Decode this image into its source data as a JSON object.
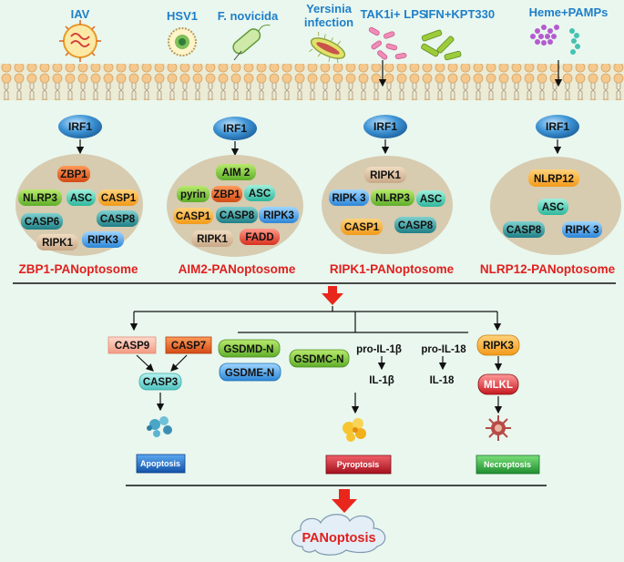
{
  "triggers": {
    "iav": "IAV",
    "hsv1": "HSV1",
    "fnovicida": "F. novicida",
    "yersinia_1": "Yersinia",
    "yersinia_2": "infection",
    "tak1": "TAK1i+ LPS",
    "ifn": "IFN+KPT330",
    "heme": "Heme+PAMPs"
  },
  "irf": "IRF1",
  "complexes": {
    "zbp1": {
      "title": "ZBP1-PANoptosome",
      "proteins": [
        "ZBP1",
        "NLRP3",
        "ASC",
        "CASP1",
        "CASP6",
        "CASP8",
        "RIPK1",
        "RIPK3"
      ]
    },
    "aim2": {
      "title": "AIM2-PANoptosome",
      "proteins": [
        "AIM 2",
        "pyrin",
        "ZBP1",
        "ASC",
        "CASP1",
        "CASP8",
        "RIPK3",
        "RIPK1",
        "FADD"
      ]
    },
    "ripk1": {
      "title": "RIPK1-PANoptosome",
      "proteins": [
        "RIPK1",
        "RIPK 3",
        "NLRP3",
        "ASC",
        "CASP1",
        "CASP8"
      ]
    },
    "nlrp12": {
      "title": "NLRP12-PANoptosome",
      "proteins": [
        "NLRP12",
        "ASC",
        "CASP8",
        "RIPK 3"
      ]
    }
  },
  "pathways": {
    "apoptosis": {
      "casp9": "CASP9",
      "casp7": "CASP7",
      "casp3": "CASP3",
      "label": "Apoptosis"
    },
    "pyroptosis": {
      "gsdmd": "GSDMD-N",
      "gsdme": "GSDME-N",
      "gsdmc": "GSDMC-N",
      "pro_il1b": "pro-IL-1β",
      "il1b": "IL-1β",
      "pro_il18": "pro-IL-18",
      "il18": "IL-18",
      "label": "Pyroptosis"
    },
    "necroptosis": {
      "ripk3": "RIPK3",
      "mlkl": "MLKL",
      "label": "Necroptosis"
    }
  },
  "outcome": "PANoptosis",
  "colors": {
    "background": "#e9f7ee",
    "membrane": "#f6c88e",
    "complex_fill": "#d7cbb0",
    "irf": "#2f86c8",
    "title_red": "#e0201e",
    "trigger_blue": "#1f7fc8",
    "arrow_red": "#e8261c"
  }
}
